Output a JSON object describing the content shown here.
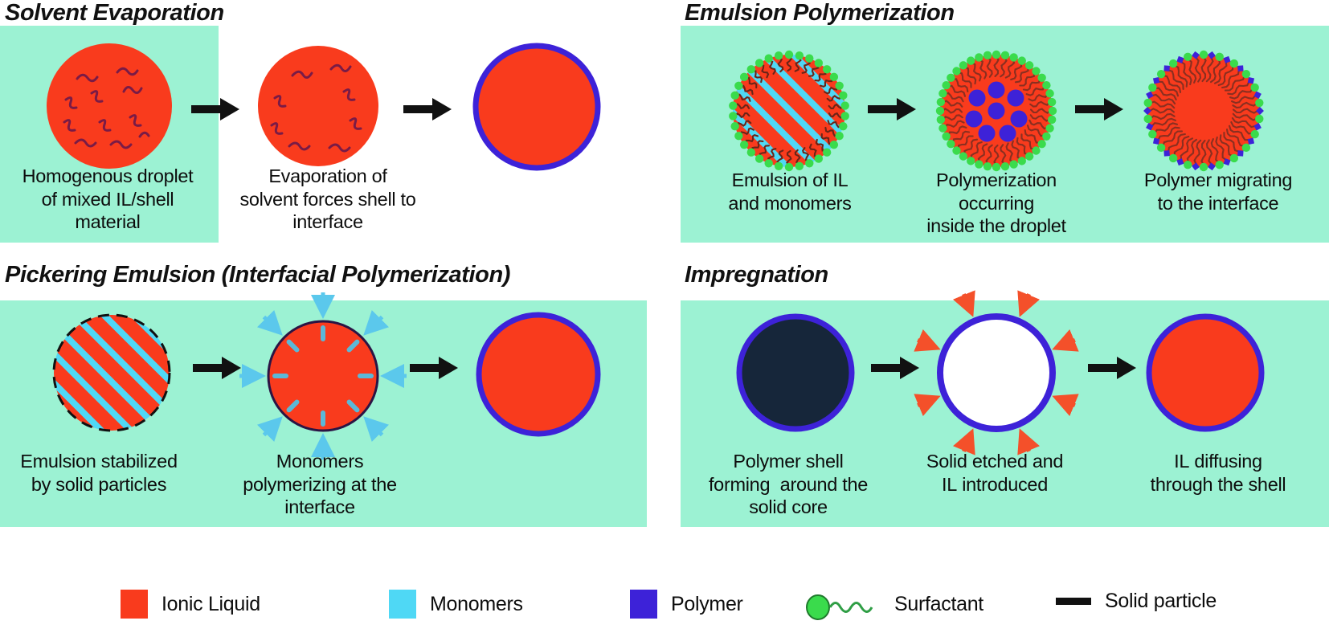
{
  "figure": {
    "title_style": "bold-italic",
    "background": "#ffffff",
    "panel_background": "#9CF2D3"
  },
  "colors": {
    "ionic_liquid": "#F93B1D",
    "monomers": "#4FD8F5",
    "polymer": "#3D22D8",
    "surfactant_head": "#3ADB4C",
    "surfactant_tail": "#2F7F3A",
    "solid_particle": "#111111",
    "panel_mint": "#9CF2D3",
    "solid_core": "#16263A",
    "etched_core": "#FFFFFF",
    "impregnation_arrow": "#F4502A",
    "monomer_arrow": "#5BC8EC"
  },
  "panels": [
    {
      "id": "solvent-evaporation",
      "title": "Solvent Evaporation",
      "steps": [
        {
          "caption": "Homogenous droplet\nof mixed IL/shell\nmaterial",
          "graphic": "droplet-mixed"
        },
        {
          "caption": "Evaporation of\nsolvent forces shell to\ninterface",
          "graphic": "droplet-partial"
        },
        {
          "caption": "",
          "graphic": "core-shell-capsule"
        }
      ]
    },
    {
      "id": "emulsion-polymerization",
      "title": "Emulsion Polymerization",
      "steps": [
        {
          "caption": "Emulsion of IL\nand monomers",
          "graphic": "striped-surfactant-droplet"
        },
        {
          "caption": "Polymerization\noccurring\ninside the droplet",
          "graphic": "polymer-nuclei-droplet"
        },
        {
          "caption": "Polymer migrating\nto the interface",
          "graphic": "polymer-at-interface"
        }
      ]
    },
    {
      "id": "pickering-emulsion",
      "title": "Pickering Emulsion (Interfacial Polymerization)",
      "steps": [
        {
          "caption": "Emulsion stabilized\nby solid particles",
          "graphic": "striped-solid-particle-droplet"
        },
        {
          "caption": "Monomers\npolymerizing at the\ninterface",
          "graphic": "monomers-inbound-droplet"
        },
        {
          "caption": "",
          "graphic": "core-shell-capsule"
        }
      ]
    },
    {
      "id": "impregnation",
      "title": "Impregnation",
      "steps": [
        {
          "caption": "Polymer shell\nforming  around the\nsolid core",
          "graphic": "solid-core-capsule"
        },
        {
          "caption": "Solid etched and\nIL introduced",
          "graphic": "hollow-capsule-inbound"
        },
        {
          "caption": "IL diffusing\nthrough the shell",
          "graphic": "core-shell-capsule"
        }
      ]
    }
  ],
  "legend": {
    "items": [
      {
        "label": "Ionic Liquid",
        "swatch": "square",
        "color": "#F93B1D"
      },
      {
        "label": "Monomers",
        "swatch": "square",
        "color": "#4FD8F5"
      },
      {
        "label": "Polymer",
        "swatch": "square",
        "color": "#3D22D8"
      },
      {
        "label": "Surfactant",
        "swatch": "surfactant",
        "color": "#3ADB4C"
      },
      {
        "label": "Solid particle",
        "swatch": "line",
        "color": "#111111"
      }
    ]
  }
}
